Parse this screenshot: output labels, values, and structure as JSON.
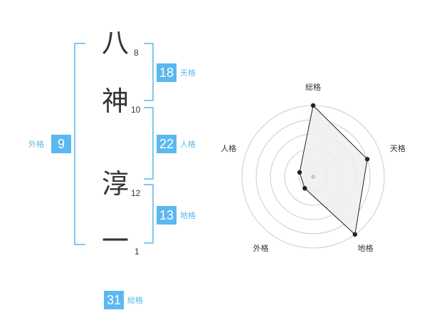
{
  "name": {
    "chars": [
      {
        "char": "八",
        "strokes": "8"
      },
      {
        "char": "神",
        "strokes": "10"
      },
      {
        "char": "淳",
        "strokes": "12"
      },
      {
        "char": "一",
        "strokes": "1"
      }
    ]
  },
  "fortunes": {
    "tenkaku": {
      "label": "天格",
      "value": "18"
    },
    "jinkaku": {
      "label": "人格",
      "value": "22"
    },
    "chikaku": {
      "label": "地格",
      "value": "13"
    },
    "gaikaku": {
      "label": "外格",
      "value": "9"
    },
    "soukaku": {
      "label": "総格",
      "value": "31"
    }
  },
  "chart_data": {
    "type": "radar",
    "axes": [
      "総格",
      "天格",
      "地格",
      "外格",
      "人格"
    ],
    "values": [
      5,
      4,
      5,
      1,
      1
    ],
    "max": 5,
    "rings": 5,
    "colors": {
      "fill": "#eeeeee",
      "line": "#222222",
      "ring": "#cccccc",
      "center": "#c8c8c8"
    }
  }
}
